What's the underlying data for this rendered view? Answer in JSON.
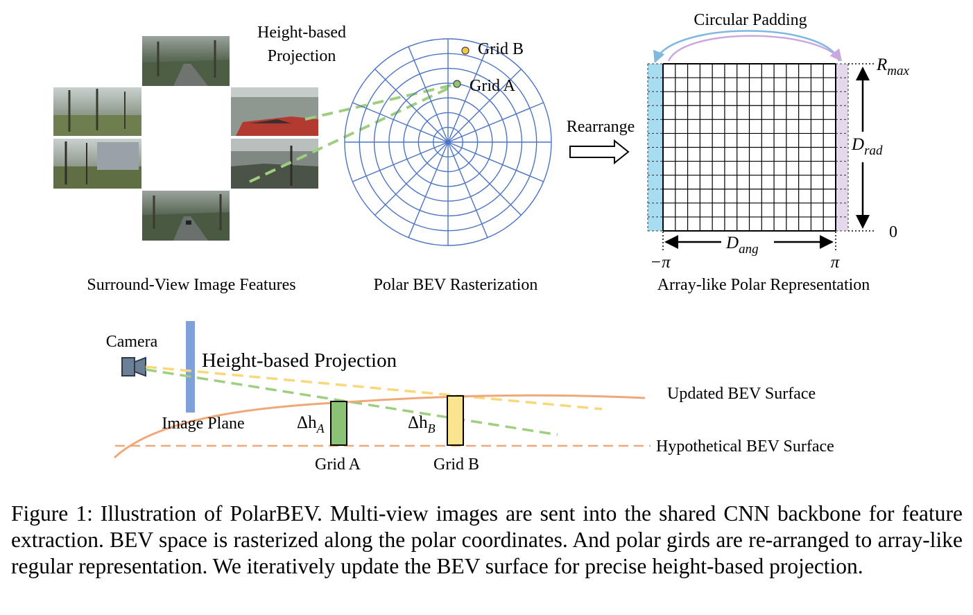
{
  "figure": {
    "surround_view": {
      "label": "Surround-View Image Features"
    },
    "projection_label": {
      "line1": "Height-based",
      "line2": "Projection"
    },
    "polar_bev": {
      "label": "Polar BEV Rasterization",
      "grid_b": "Grid B",
      "grid_a": "Grid A",
      "rings": 7,
      "sectors": 16
    },
    "rearrange": {
      "label": "Rearrange"
    },
    "array_polar": {
      "label": "Array-like Polar Representation",
      "circular_padding": "Circular Padding",
      "r_max": "R",
      "r_max_sub": "max",
      "d_rad": "D",
      "d_rad_sub": "rad",
      "d_ang": "D",
      "d_ang_sub": "ang",
      "zero": "0",
      "neg_pi": "−π",
      "pi": "π",
      "columns": 14,
      "rows": 12,
      "pad_left_color": "#a8dcf0",
      "pad_right_color": "#e4d8ec"
    },
    "side_view": {
      "camera": "Camera",
      "title": "Height-based Projection",
      "image_plane": "Image Plane",
      "updated_surface": "Updated BEV Surface",
      "hypothetical_surface": "Hypothetical BEV Surface",
      "delta": "Δh",
      "delta_a_sub": "A",
      "delta_b_sub": "B",
      "grid_a": "Grid A",
      "grid_b": "Grid B",
      "grid_a_color": "#8bc276",
      "grid_b_color": "#fbe490",
      "surface_color": "#f0a878",
      "ray_green": "#8dc772",
      "ray_yellow": "#f8d87a",
      "plane_color": "#7fa0d8",
      "camera_color": "#6b7f96"
    }
  },
  "caption": {
    "text": "Figure 1: Illustration of PolarBEV. Multi-view images are sent into the shared CNN backbone for feature extraction.  BEV space is rasterized along the polar coordinates.  And polar girds are re-arranged to array-like regular representation.  We iteratively update the BEV surface for precise height-based projection."
  }
}
